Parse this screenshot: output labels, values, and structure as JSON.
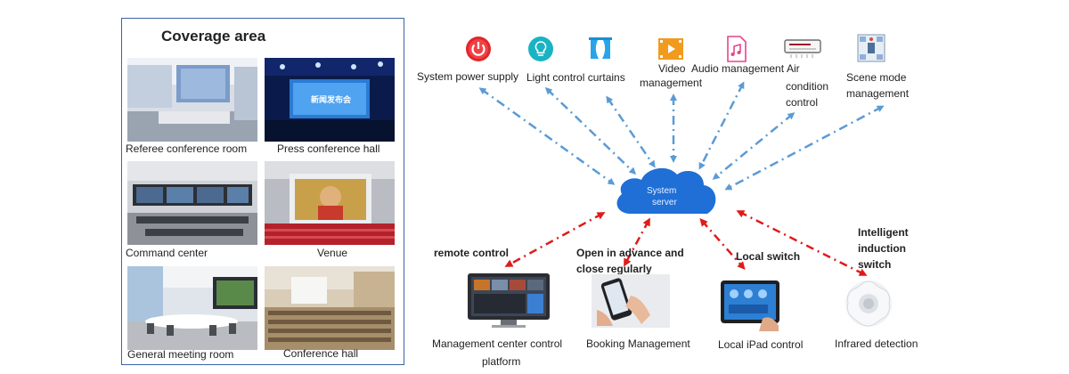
{
  "coverage": {
    "title": "Coverage area",
    "rooms": [
      {
        "label": "Referee conference room",
        "icon": "conference-room-photo"
      },
      {
        "label": "Press conference hall",
        "icon": "press-hall-photo",
        "screen_text": "新闻发布会"
      },
      {
        "label": "Command center",
        "icon": "command-center-photo"
      },
      {
        "label": "Venue",
        "icon": "venue-photo"
      },
      {
        "label": "General meeting room",
        "icon": "meeting-room-photo"
      },
      {
        "label": "Conference hall",
        "icon": "conference-hall-photo"
      }
    ]
  },
  "top_functions": [
    {
      "label": "System power supply",
      "icon": "power-icon"
    },
    {
      "label": "Light control curtains",
      "icon": "bulb-curtain-icon"
    },
    {
      "label": "Video",
      "icon": "video-icon"
    },
    {
      "label": "management",
      "icon": ""
    },
    {
      "label": "Audio management",
      "icon": "audio-icon"
    },
    {
      "label": "Air",
      "icon": "air-conditioner-icon"
    },
    {
      "label": "condition",
      "icon": ""
    },
    {
      "label": "control",
      "icon": ""
    },
    {
      "label": "Scene mode",
      "icon": "scene-icon"
    },
    {
      "label": "management",
      "icon": ""
    }
  ],
  "server": {
    "line1": "System",
    "line2": "server",
    "color": "#1f6fd6"
  },
  "connections": [
    {
      "label": "remote control"
    },
    {
      "label_line1": "Open in advance and",
      "label_line2": "close regularly"
    },
    {
      "label": "Local switch"
    },
    {
      "label_line1": "Intelligent",
      "label_line2": "induction",
      "label_line3": "switch"
    }
  ],
  "bottom_devices": [
    {
      "label_line1": "Management center control",
      "label_line2": "platform",
      "icon": "monitor-icon"
    },
    {
      "label": "Booking Management",
      "icon": "phone-hand-icon"
    },
    {
      "label": "Local iPad control",
      "icon": "ipad-icon"
    },
    {
      "label": "Infrared detection",
      "icon": "infrared-sensor-icon"
    }
  ],
  "colors": {
    "blue_arrow": "#5b9bd5",
    "red_arrow": "#e01a1a",
    "frame": "#3a63a8"
  }
}
